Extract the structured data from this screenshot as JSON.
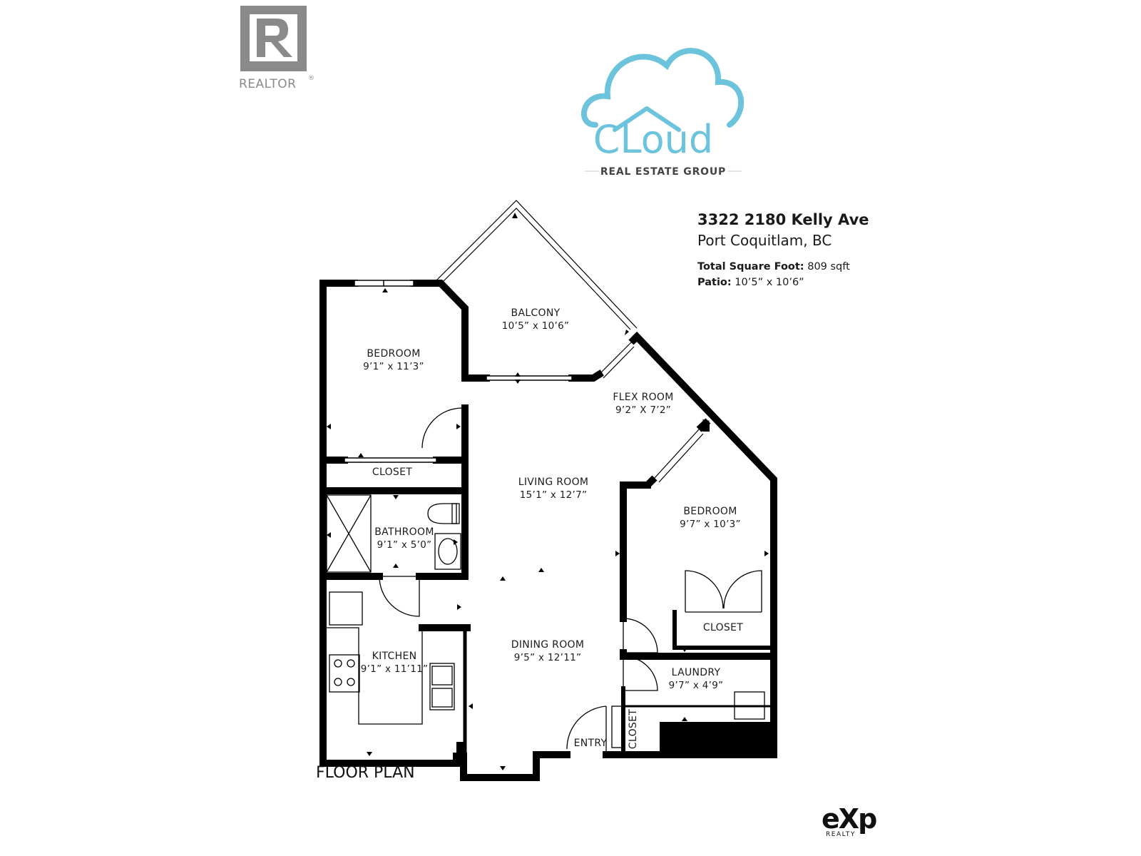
{
  "branding": {
    "realtor_label": "REALTOR",
    "realtor_mark": "®",
    "company_wordmark": "CLoud",
    "company_tagline": "REAL ESTATE GROUP",
    "brokerage_wordmark": "eXp",
    "brokerage_sub": "REALTY",
    "colors": {
      "cloud_blue": "#6CC3DC",
      "realtor_gray": "#8a8a8a",
      "wall": "#000000"
    }
  },
  "property": {
    "address_line1": "3322 2180 Kelly Ave",
    "address_line2": "Port Coquitlam, BC",
    "total_sqft_label": "Total Square Foot:",
    "total_sqft_value": "809 sqft",
    "patio_label": "Patio:",
    "patio_value": "10’5” x 10’6”"
  },
  "plan_label": "FLOOR PLAN",
  "rooms": [
    {
      "name": "BALCONY",
      "dims": "10’5” x 10’6”"
    },
    {
      "name": "BEDROOM",
      "dims": "9’1” x 11’3”"
    },
    {
      "name": "FLEX ROOM",
      "dims": "9’2” X 7’2”"
    },
    {
      "name": "CLOSET",
      "dims": ""
    },
    {
      "name": "LIVING ROOM",
      "dims": "15’1” x 12’7”"
    },
    {
      "name": "BEDROOM",
      "dims": "9’7” x 10’3”"
    },
    {
      "name": "BATHROOM",
      "dims": "9’1” x 5’0”"
    },
    {
      "name": "CLOSET",
      "dims": ""
    },
    {
      "name": "KITCHEN",
      "dims": "9’1” x 11’11”"
    },
    {
      "name": "DINING ROOM",
      "dims": "9’5” x 12’11”"
    },
    {
      "name": "LAUNDRY",
      "dims": "9’7” x 4’9”"
    },
    {
      "name": "ENTRY",
      "dims": ""
    },
    {
      "name": "CLOSET",
      "dims": ""
    }
  ]
}
